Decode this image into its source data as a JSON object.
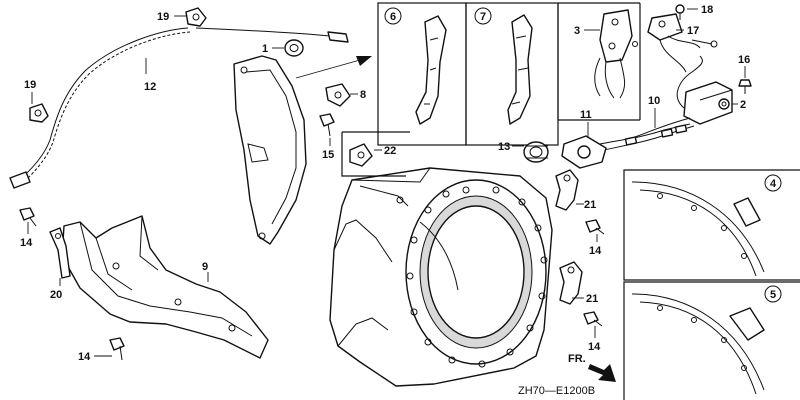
{
  "callouts": {
    "c1": "1",
    "c2": "2",
    "c8": "8",
    "c9": "9",
    "c10": "10",
    "c11": "11",
    "c12": "12",
    "c13": "13",
    "c14a": "14",
    "c14b": "14",
    "c14c": "14",
    "c14d": "14",
    "c15": "15",
    "c16": "16",
    "c17": "17",
    "c18": "18",
    "c19a": "19",
    "c19b": "19",
    "c20": "20",
    "c21a": "21",
    "c21b": "21",
    "c22": "22",
    "c3": "3"
  },
  "detail_views": {
    "v6": "6",
    "v7": "7",
    "v4": "4",
    "v5": "5"
  },
  "front_indicator": "FR.",
  "diagram_code": "ZH70—E1200B"
}
